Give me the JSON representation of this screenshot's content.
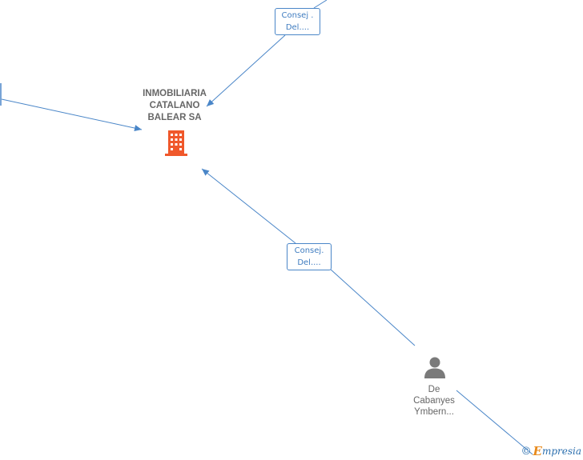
{
  "company": {
    "name_lines": [
      "INMOBILIARIA",
      "CATALANO",
      "BALEAR SA"
    ],
    "icon": "building-icon",
    "icon_color": "#f0582b"
  },
  "person": {
    "name_lines": [
      "De",
      "Cabanyes",
      "Ymbern..."
    ],
    "icon": "person-icon",
    "icon_color": "#7a7a7a"
  },
  "edge_labels": {
    "top": [
      "Consej .",
      "Del...."
    ],
    "middle": [
      "Consej.",
      "Del...."
    ]
  },
  "colors": {
    "edge": "#4a86c8",
    "label_text": "#3f7cc0",
    "node_text": "#666666"
  },
  "branding": {
    "copyright": "©",
    "e_letter": "E",
    "rest": "mpresia"
  }
}
